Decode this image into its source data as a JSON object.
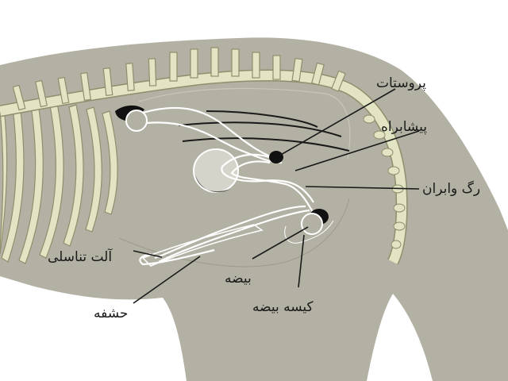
{
  "labels": {
    "prostate": "پروستات",
    "urethra": "پیشابراه",
    "vas_deferens": "رگ وابران",
    "penis": "آلت تناسلی",
    "testis": "بیضه",
    "scrotum": "کیسه بیضه",
    "glans": "حشفه"
  },
  "colors": {
    "body": "#b3b1a3",
    "bone": "#e3e4c4",
    "bone_outline": "#8e8f6c",
    "duct": "#ffffff",
    "organ_dark": "#111111",
    "line": "#1a1a1a"
  }
}
